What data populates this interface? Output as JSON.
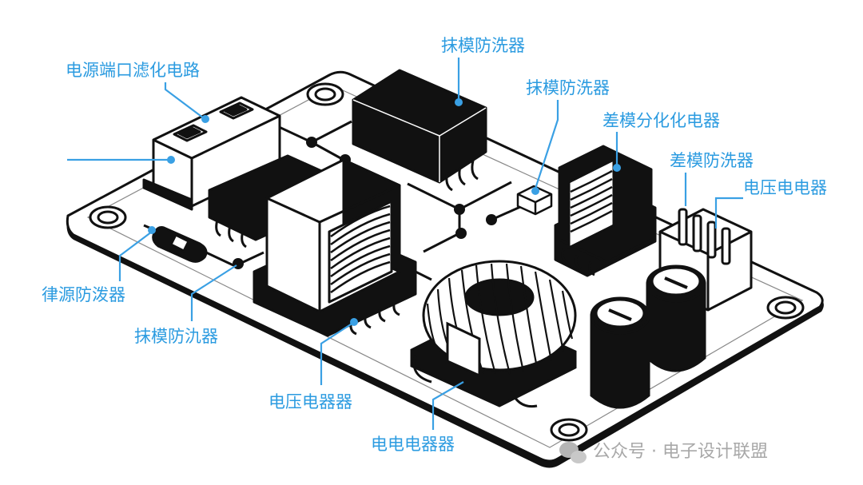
{
  "labels": {
    "power_port_filter": "电源端口滤化电路",
    "cm_suppressor_top": "抹模防洗器",
    "cm_suppressor_mid": "抹模防洗器",
    "dm_distributor": "差模分化化电器",
    "dm_suppressor": "差模防洗器",
    "voltage_appliance_right": "电压电电器",
    "surge_suppressor": "律源防泼器",
    "cm_suppressor_left": "抹模防氿器",
    "voltage_appliance_bottom": "电压电器器",
    "electric_appliance_bottom": "电电电器器"
  },
  "watermark": {
    "text": "公众号 · 电子设计联盟",
    "icon": "wechat-icon"
  },
  "colors": {
    "label": "#2b9be0",
    "leader": "#3aa0e4",
    "ink": "#111111",
    "board": "#ffffff",
    "watermark": "#a8a8a8"
  }
}
